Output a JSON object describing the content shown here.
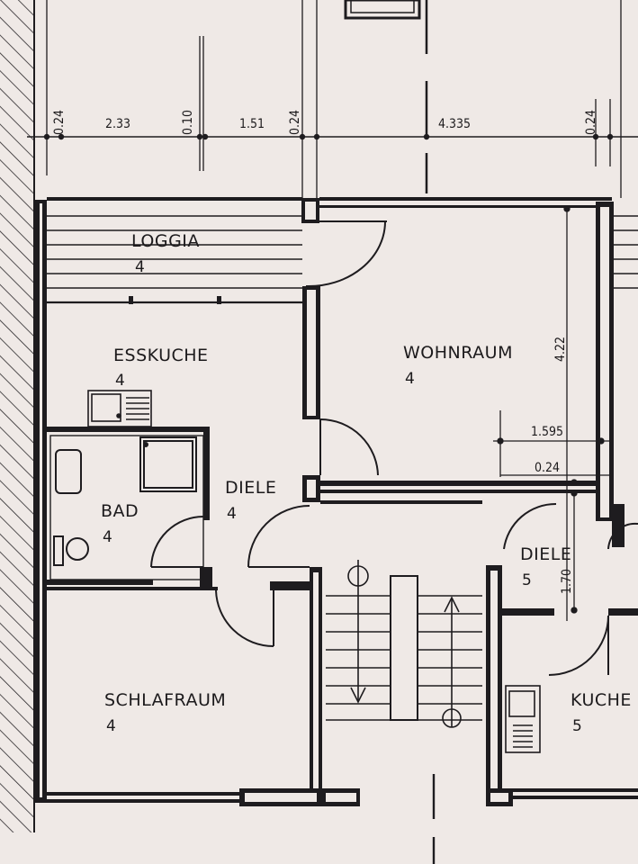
{
  "rooms": {
    "loggia": {
      "name": "LOGGIA",
      "unit": "4"
    },
    "esskuche": {
      "name": "ESSKUCHE",
      "unit": "4"
    },
    "wohnraum": {
      "name": "WOHNRAUM",
      "unit": "4"
    },
    "bad": {
      "name": "BAD",
      "unit": "4"
    },
    "diele4": {
      "name": "DIELE",
      "unit": "4"
    },
    "schlafraum": {
      "name": "SCHLAFRAUM",
      "unit": "4"
    },
    "diele5": {
      "name": "DIELE",
      "unit": "5"
    },
    "kuche5": {
      "name": "KUCHE",
      "unit": "5"
    }
  },
  "dimensions": {
    "top": [
      "0.24",
      "2.33",
      "0.10",
      "1.51",
      "0.24",
      "4.335",
      "0.24"
    ],
    "wohnraum_height": "4.22",
    "wohnraum_inner_width": "1.595",
    "wall_thickness": "0.24",
    "diele_height": "1.70"
  },
  "colors": {
    "paper": "#efe9e6",
    "ink": "#1e1c1f"
  }
}
